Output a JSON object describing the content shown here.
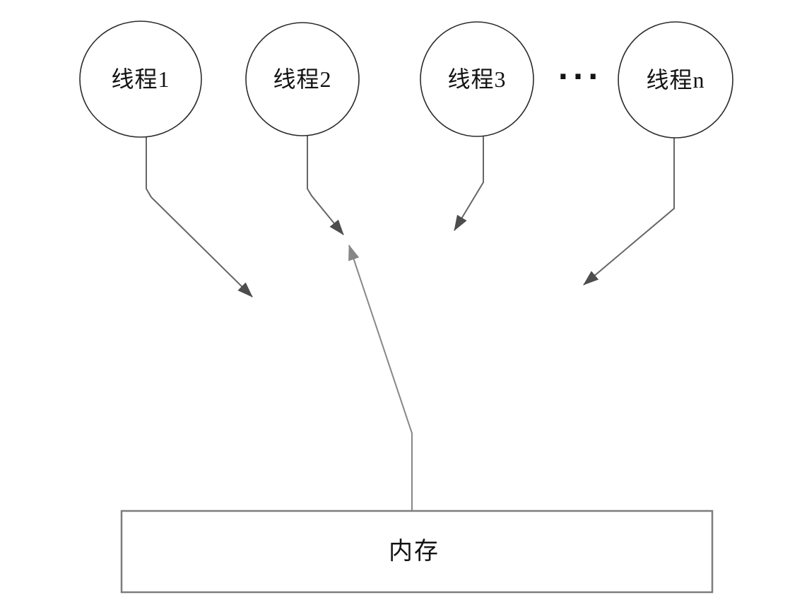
{
  "diagram": {
    "description": "Multiple threads sharing one memory diagram",
    "nodes": [
      {
        "id": "thread-1",
        "label": "线程1"
      },
      {
        "id": "thread-2",
        "label": "线程2"
      },
      {
        "id": "thread-3",
        "label": "线程3"
      },
      {
        "id": "thread-n",
        "label": "线程n"
      }
    ],
    "ellipsis": "···",
    "memory": {
      "label": "内存"
    },
    "edges": [
      {
        "from": "thread-1",
        "to": "memory",
        "style": "arrow-down"
      },
      {
        "from": "thread-2",
        "to": "memory",
        "style": "arrow-down"
      },
      {
        "from": "thread-3",
        "to": "memory",
        "style": "arrow-down"
      },
      {
        "from": "thread-n",
        "to": "memory",
        "style": "arrow-down"
      },
      {
        "from": "memory",
        "to": "thread-2",
        "style": "arrow-up"
      }
    ],
    "colors": {
      "background": "#ffffff",
      "node_stroke": "#2b2b2b",
      "node_fill": "#ffffff",
      "arrow_line": "#666666",
      "arrow_head": "#4d4d4d",
      "arrow_up_line": "#878787",
      "arrow_up_head": "#878787",
      "box_stroke": "#7d7d7d",
      "text": "#131313"
    }
  }
}
